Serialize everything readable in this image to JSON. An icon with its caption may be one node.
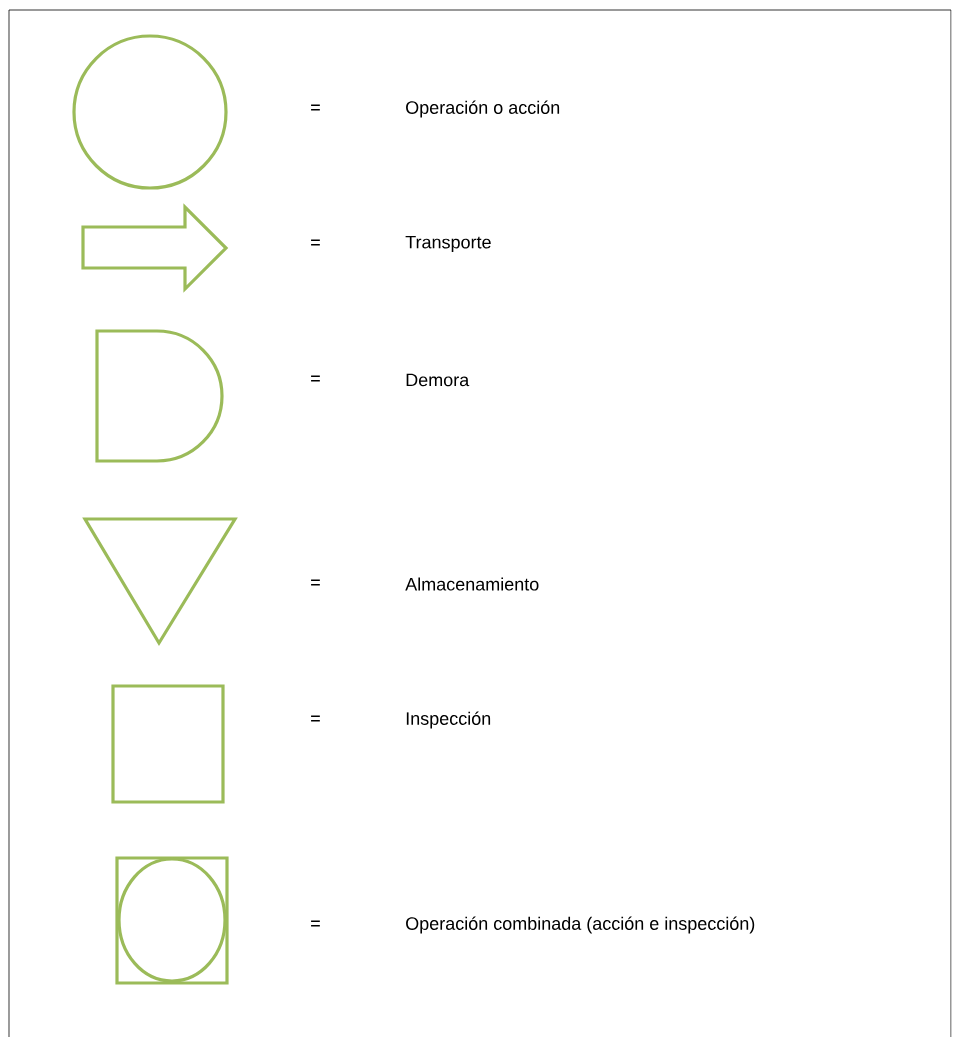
{
  "diagram": {
    "labels": [
      "=",
      "=",
      "=",
      "=",
      "=",
      "="
    ],
    "legend": [
      {
        "text": "Operación o acción"
      },
      {
        "text": "Transporte"
      },
      {
        "text": "Demora"
      },
      {
        "text": "Almacenamiento"
      },
      {
        "text": "Inspección"
      },
      {
        "text": "Operación combinada  (acción e inspección)"
      }
    ]
  }
}
